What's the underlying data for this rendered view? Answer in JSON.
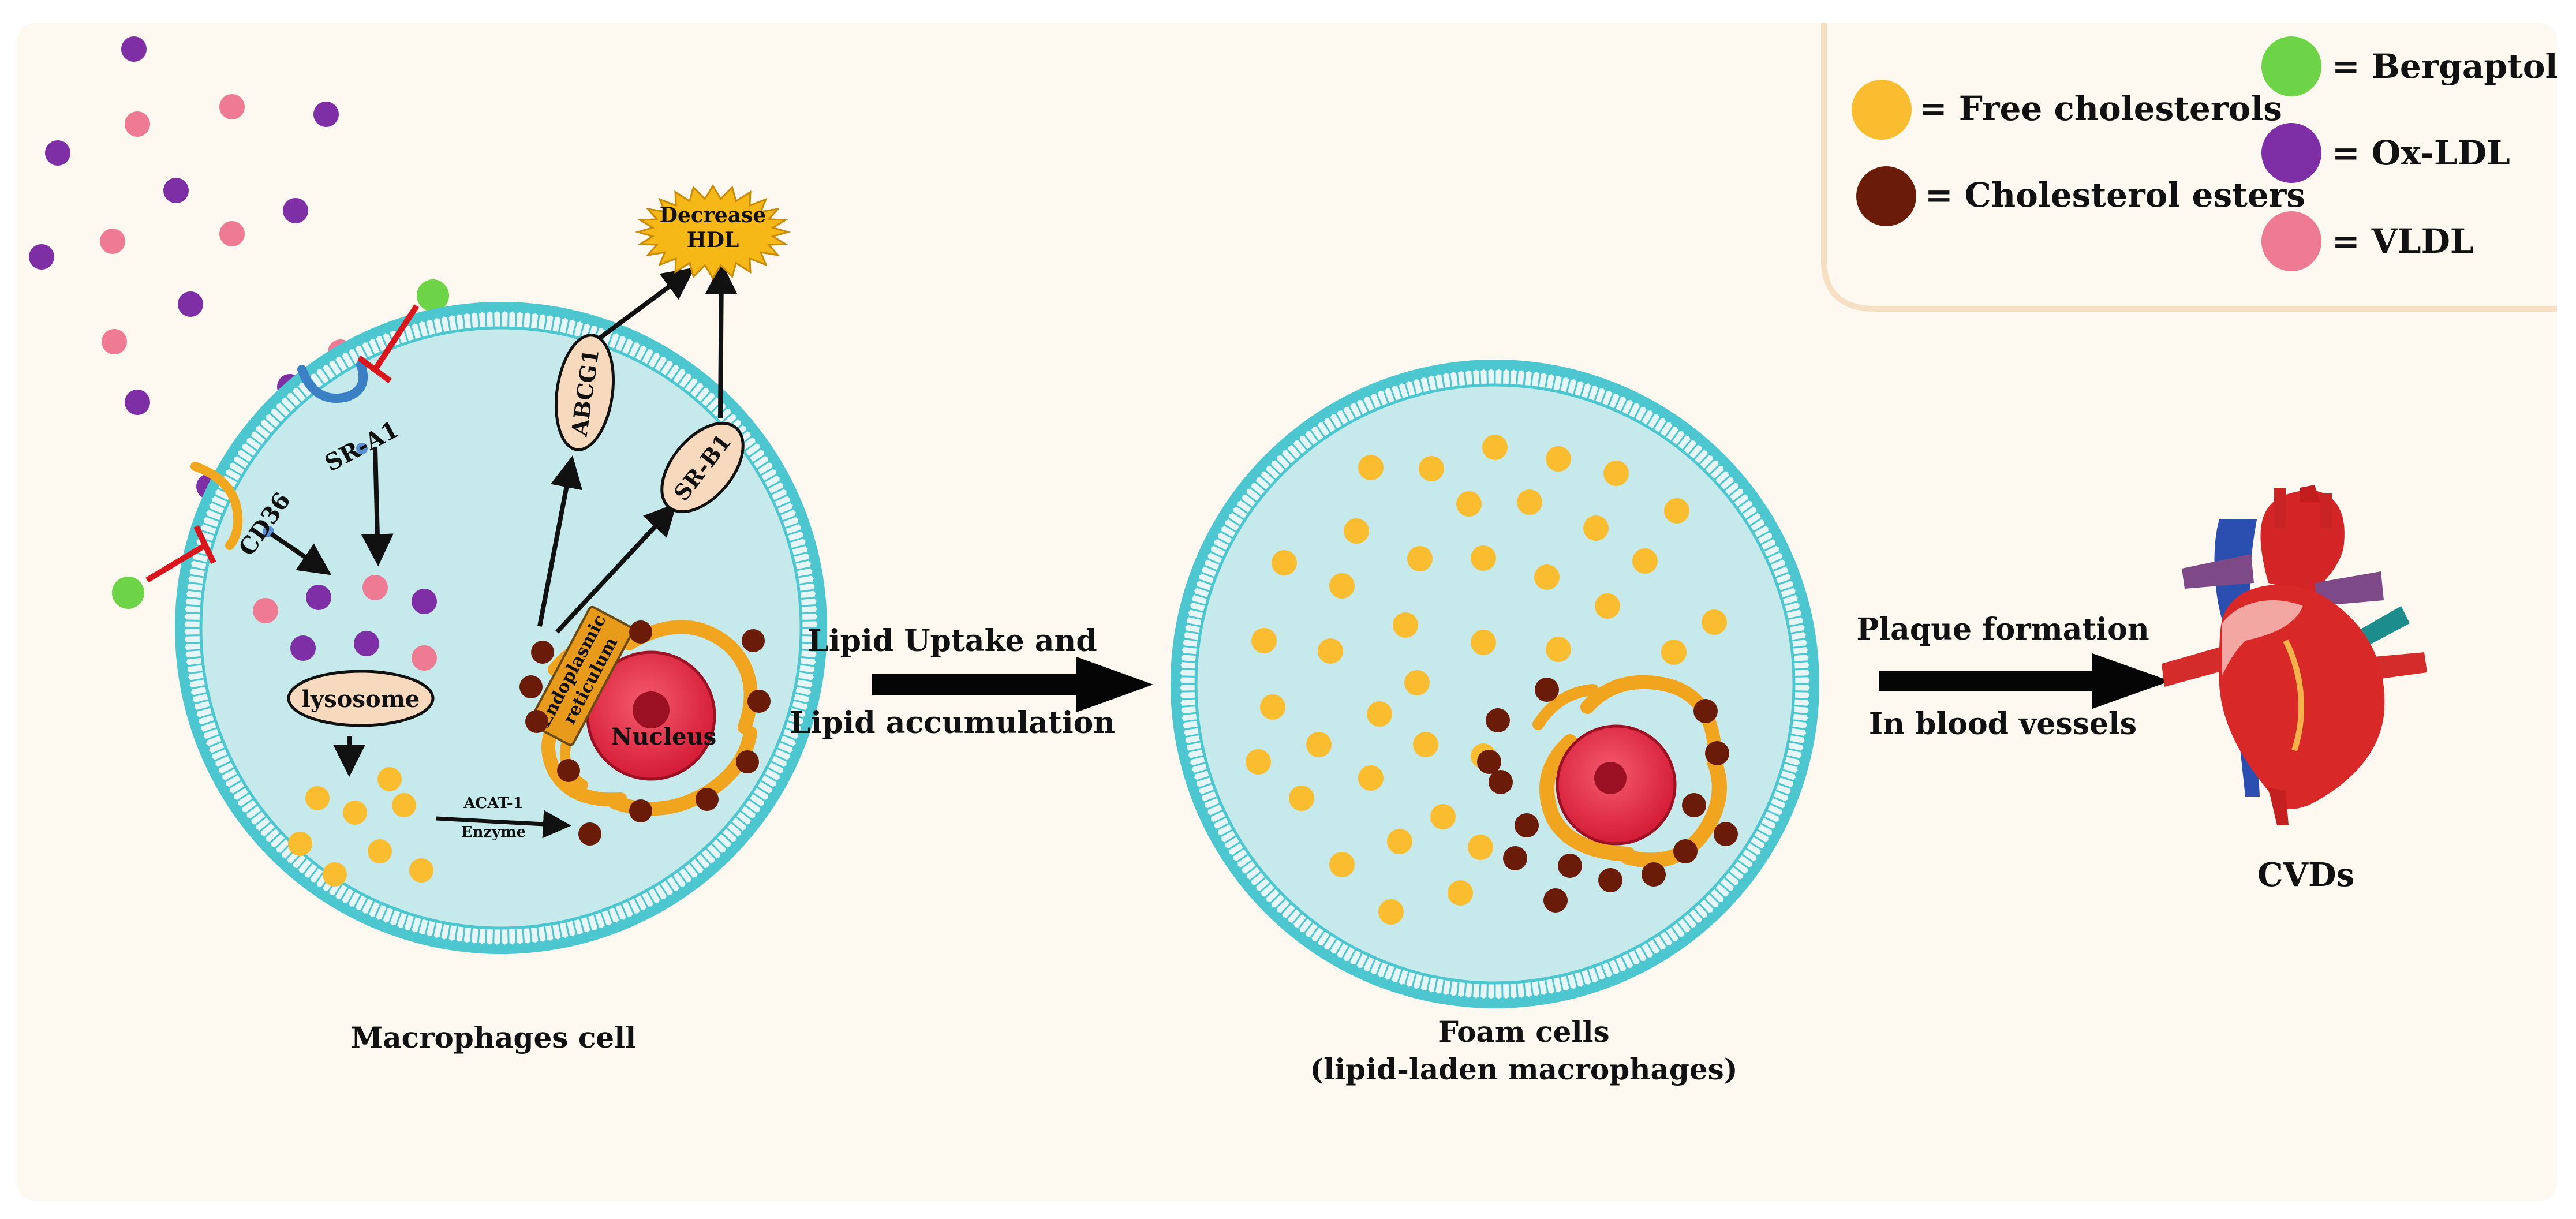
{
  "colors": {
    "free_cholesterol": "#fbbd30",
    "cholesterol_ester": "#6b1c08",
    "bergaptol": "#6ed447",
    "ox_ldl": "#7e2fa6",
    "vldl": "#ee7b93",
    "membrane": "#4cc6cf",
    "cytoplasm": "#c6eaec",
    "nucleus": "#e92a45",
    "receptor_fill": "#f7d9bd",
    "inhibition": "#d9161c",
    "background": "#fdf8f0",
    "hdl_burst": "#f6b816"
  },
  "legend": {
    "free_cholesterols": "= Free cholesterols",
    "cholesterol_esters": "= Cholesterol esters",
    "bergaptol": "= Bergaptol",
    "ox_ldl": "= Ox-LDL",
    "vldl": "= VLDL"
  },
  "macrophage": {
    "caption": "Macrophages cell",
    "lysosome": "lysosome",
    "nucleus": "Nucleus",
    "er_line1": "Endoplasmic",
    "er_line2": "reticulum",
    "enzyme_line1": "ACAT-1",
    "enzyme_line2": "Enzyme",
    "cd36": "CD36",
    "sra1": "SR-A1",
    "abcg1": "ABCG1",
    "srb1": "SR-B1",
    "hdl_line1": "Decrease",
    "hdl_line2": "HDL"
  },
  "step1": {
    "line1": "Lipid Uptake and",
    "line2": "Lipid accumulation"
  },
  "foam": {
    "caption_line1": "Foam cells",
    "caption_line2": "(lipid-laden macrophages)"
  },
  "step2": {
    "line1": "Plaque formation",
    "line2": "In blood vessels"
  },
  "heart": {
    "caption": "CVDs"
  }
}
